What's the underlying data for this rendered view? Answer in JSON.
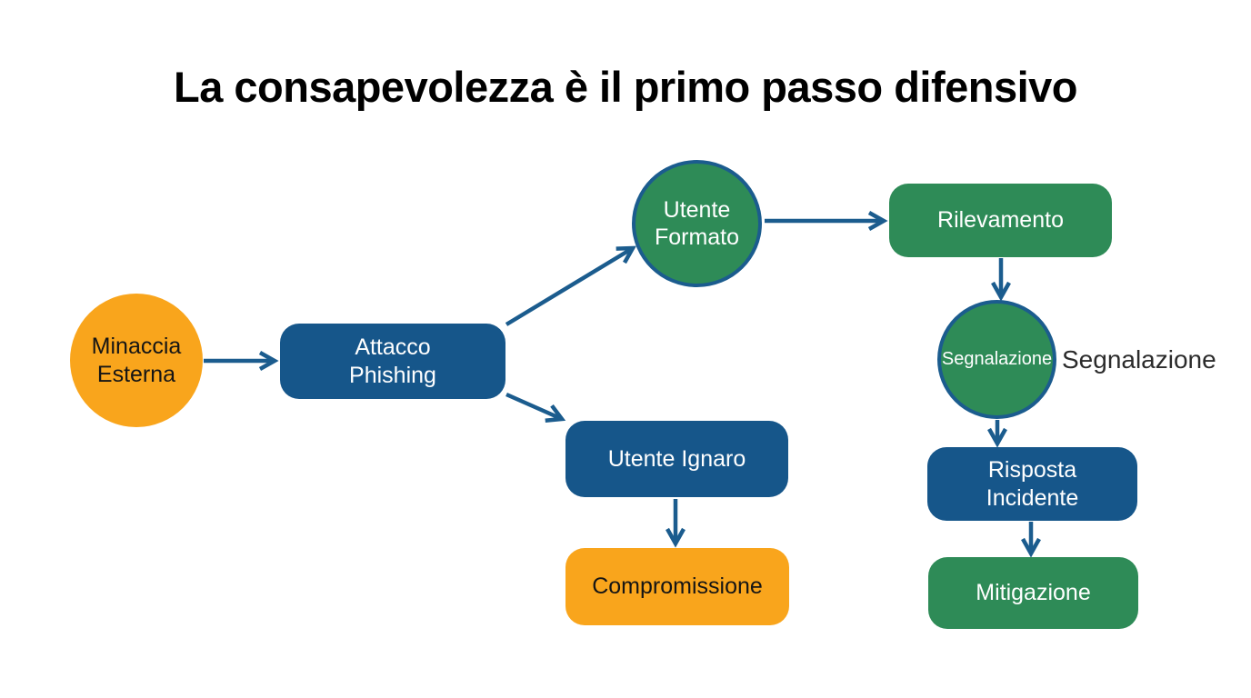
{
  "title": "La consapevolezza è il primo passo difensivo",
  "colors": {
    "orange": "#F9A51C",
    "blue": "#16568A",
    "green": "#2E8B57",
    "stroke": "#1B5C8E"
  },
  "nodes": {
    "minaccia_esterna": {
      "label": "Minaccia\nEsterna",
      "shape": "circle",
      "color": "orange"
    },
    "attacco_phishing": {
      "label": "Attacco\nPhishing",
      "shape": "rect",
      "color": "blue"
    },
    "utente_formato": {
      "label": "Utente\nFormato",
      "shape": "circle",
      "color": "green"
    },
    "rilevamento": {
      "label": "Rilevamento",
      "shape": "rect",
      "color": "green"
    },
    "segnalazione": {
      "label": "Segnalazione",
      "shape": "circle",
      "color": "green"
    },
    "utente_ignaro": {
      "label": "Utente Ignaro",
      "shape": "rect",
      "color": "blue"
    },
    "compromissione": {
      "label": "Compromissione",
      "shape": "rect",
      "color": "orange"
    },
    "risposta_incidente": {
      "label": "Risposta\nIncidente",
      "shape": "rect",
      "color": "blue"
    },
    "mitigazione": {
      "label": "Mitigazione",
      "shape": "rect",
      "color": "green"
    }
  },
  "captions": {
    "segnalazione_side_label": "Segnalazione"
  },
  "edges": [
    {
      "from": "minaccia_esterna",
      "to": "attacco_phishing"
    },
    {
      "from": "attacco_phishing",
      "to": "utente_formato"
    },
    {
      "from": "attacco_phishing",
      "to": "utente_ignaro"
    },
    {
      "from": "utente_formato",
      "to": "rilevamento"
    },
    {
      "from": "rilevamento",
      "to": "segnalazione"
    },
    {
      "from": "segnalazione",
      "to": "risposta_incidente"
    },
    {
      "from": "risposta_incidente",
      "to": "mitigazione"
    },
    {
      "from": "utente_ignaro",
      "to": "compromissione"
    }
  ]
}
